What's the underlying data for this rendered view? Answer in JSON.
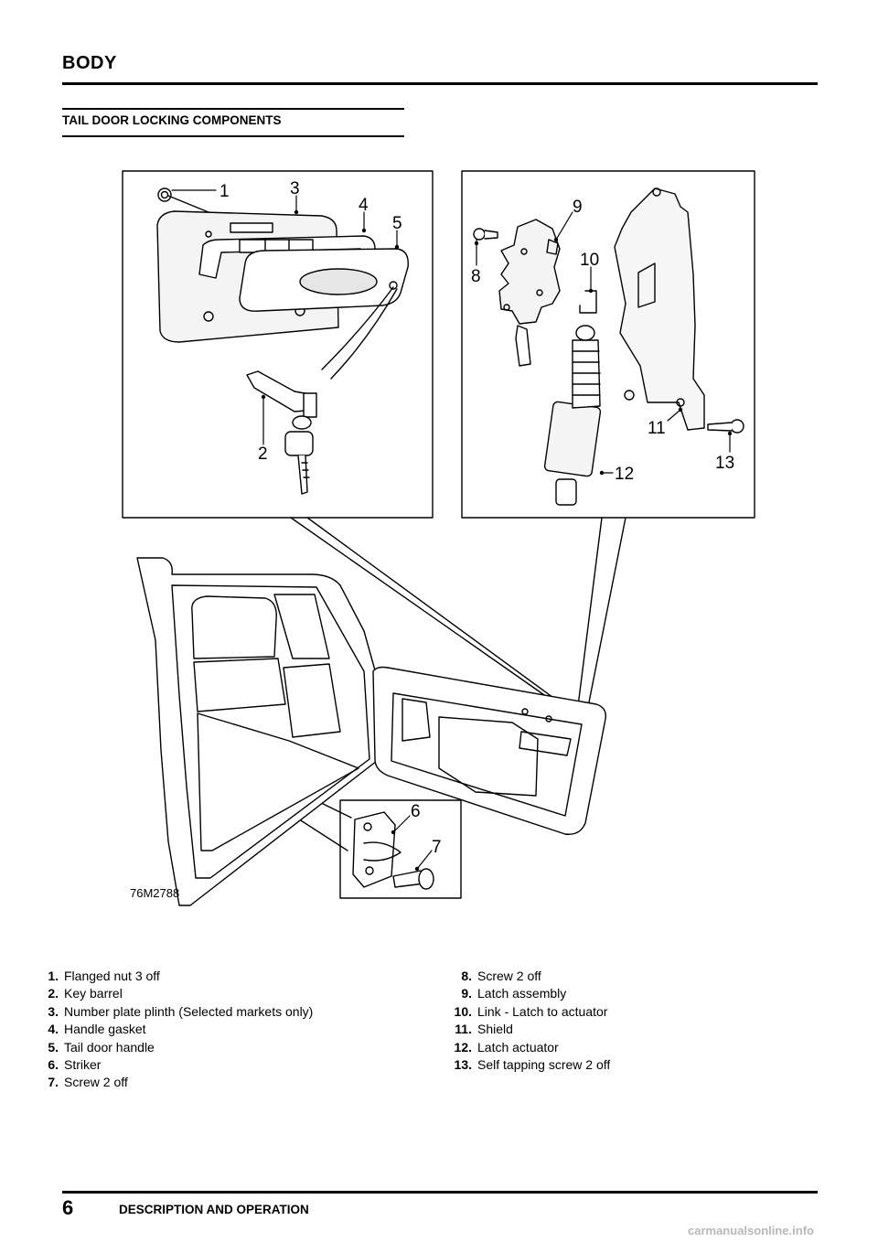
{
  "header": {
    "title": "BODY"
  },
  "section": {
    "title": "TAIL DOOR LOCKING COMPONENTS"
  },
  "figure": {
    "reference": "76M2788",
    "callouts": [
      "1",
      "2",
      "3",
      "4",
      "5",
      "6",
      "7",
      "8",
      "9",
      "10",
      "11",
      "12",
      "13"
    ]
  },
  "legend": {
    "left": [
      {
        "num": "1.",
        "text": "Flanged nut 3 off"
      },
      {
        "num": "2.",
        "text": "Key barrel"
      },
      {
        "num": "3.",
        "text": "Number plate plinth (Selected markets only)"
      },
      {
        "num": "4.",
        "text": "Handle gasket"
      },
      {
        "num": "5.",
        "text": "Tail door handle"
      },
      {
        "num": "6.",
        "text": "Striker"
      },
      {
        "num": "7.",
        "text": "Screw 2 off"
      }
    ],
    "right": [
      {
        "num": "8.",
        "text": "Screw 2 off"
      },
      {
        "num": "9.",
        "text": "Latch assembly"
      },
      {
        "num": "10.",
        "text": "Link - Latch to actuator"
      },
      {
        "num": "11.",
        "text": "Shield"
      },
      {
        "num": "12.",
        "text": "Latch actuator"
      },
      {
        "num": "13.",
        "text": "Self tapping screw 2 off"
      }
    ]
  },
  "footer": {
    "page_number": "6",
    "section": "DESCRIPTION AND OPERATION",
    "watermark": "carmanualsonline.info"
  }
}
